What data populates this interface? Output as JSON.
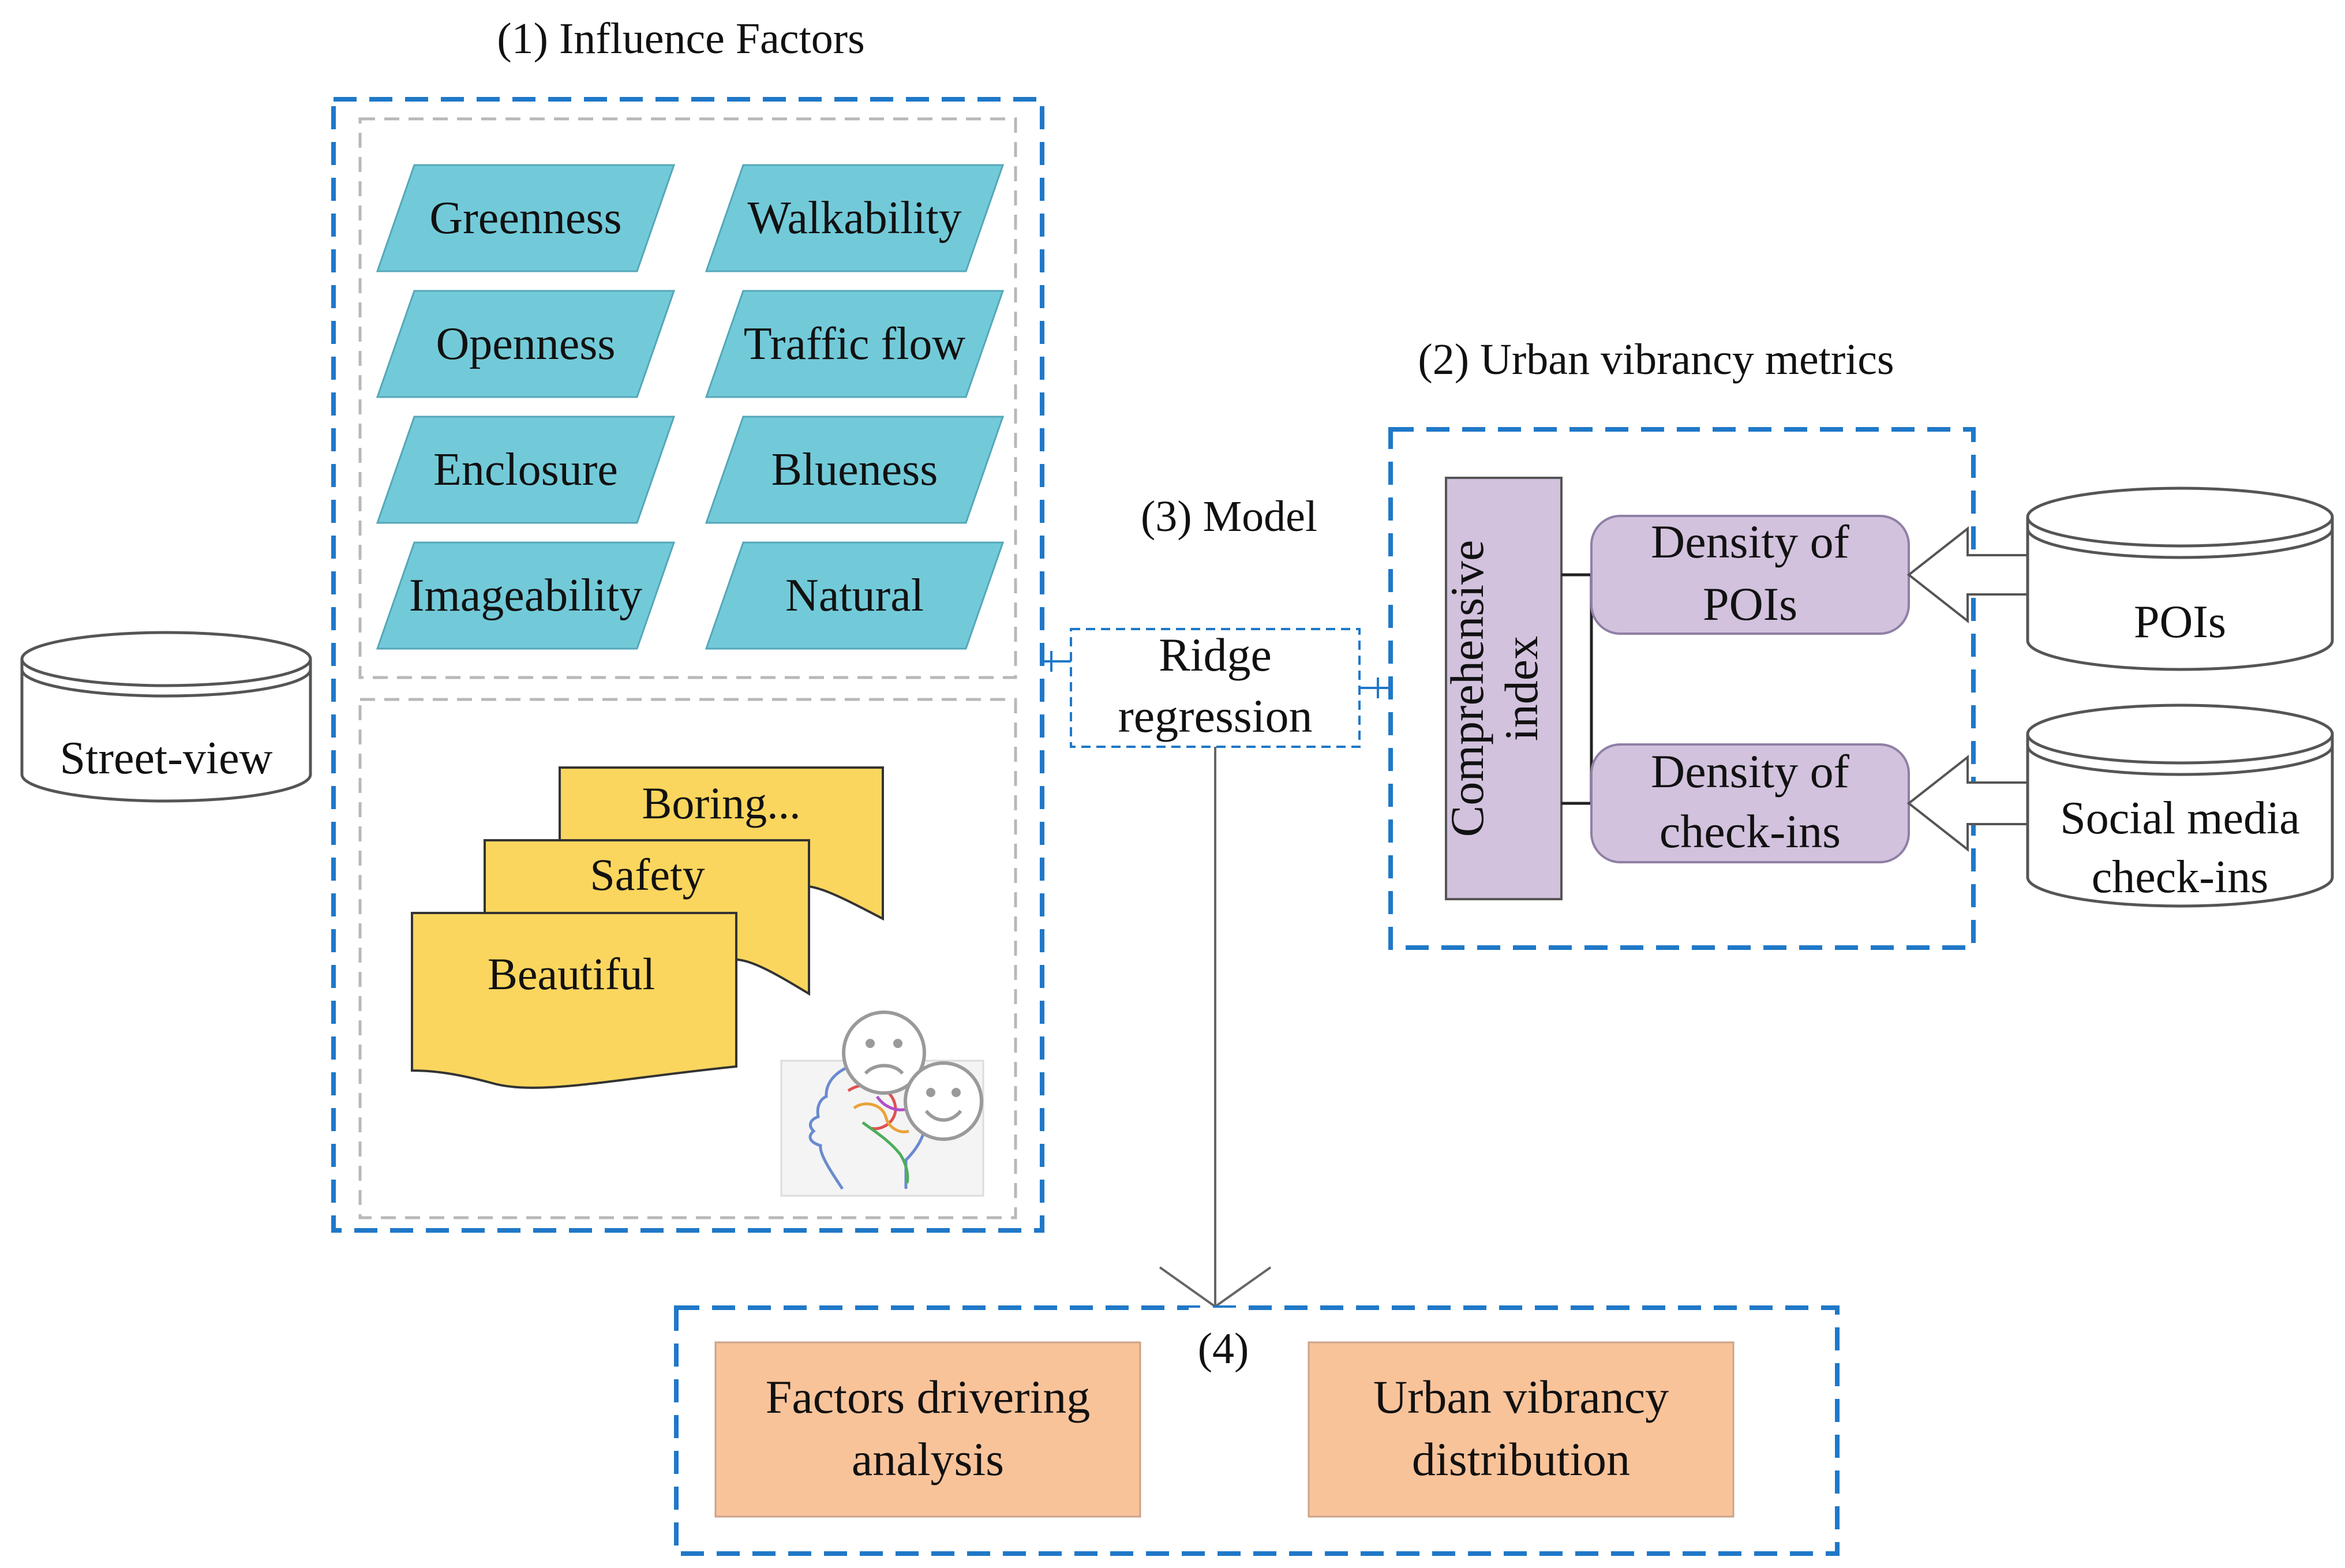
{
  "colors": {
    "blue_dash": "#1f78c8",
    "gray_dash": "#b8b8b8",
    "cyan_fill": "#72cad9",
    "yellow_fill": "#fbd65e",
    "lavender_fill": "#d2c2dd",
    "orange_fill": "#f9c39a"
  },
  "section1": {
    "title": "(1) Influence Factors",
    "factors": [
      "Greenness",
      "Walkability",
      "Openness",
      "Traffic flow",
      "Enclosure",
      "Blueness",
      "Imageability",
      "Natural"
    ],
    "perceptions": [
      "Boring...",
      "Safety",
      "Beautiful"
    ],
    "perception_icon": "head-with-faces-icon"
  },
  "source_street_view": "Street-view",
  "section2": {
    "title": "(2) Urban vibrancy metrics",
    "comprehensive_index": [
      "Comprehensive",
      "index"
    ],
    "density_pois": [
      "Density of",
      "POIs"
    ],
    "density_checkins": [
      "Density of",
      "check-ins"
    ],
    "source_pois": "POIs",
    "source_checkins": [
      "Social media",
      "check-ins"
    ]
  },
  "section3": {
    "title": "(3) Model",
    "method": [
      "Ridge",
      "regression"
    ]
  },
  "section4": {
    "title": "(4)",
    "outputs": [
      [
        "Factors drivering",
        "analysis"
      ],
      [
        "Urban vibrancy",
        "distribution"
      ]
    ]
  }
}
